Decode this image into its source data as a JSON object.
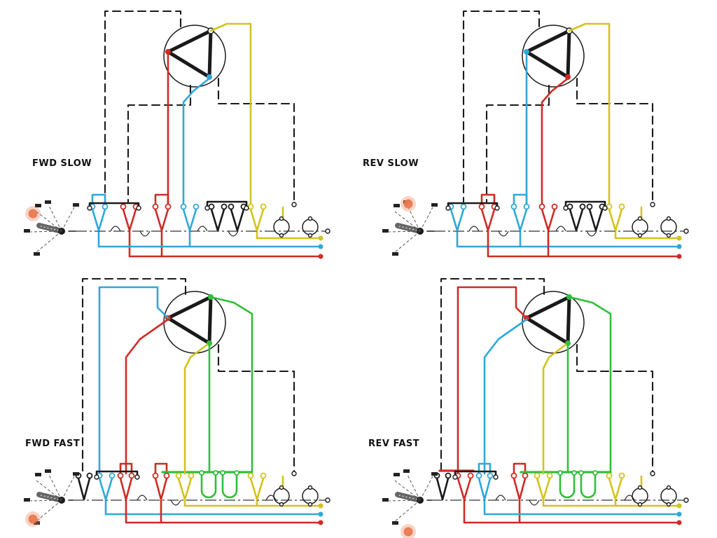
{
  "figure": {
    "description_visible_text_only": true,
    "background": "#ffffff"
  },
  "colors": {
    "red": "#cf2b24",
    "blue": "#2fa8d8",
    "yellow": "#d3c31d",
    "green": "#2fbf3a",
    "black": "#1a1a1a",
    "orange": "#e87a50",
    "background": "#ffffff"
  },
  "panels": [
    {
      "id": "fwd-slow",
      "label": "FWD SLOW",
      "selector_marker": {
        "x": "47",
        "y": "305"
      }
    },
    {
      "id": "rev-slow",
      "label": "REV SLOW",
      "selector_marker": {
        "x": "71",
        "y": "291"
      }
    },
    {
      "id": "fwd-fast",
      "label": "FWD FAST",
      "selector_marker": {
        "x": "47",
        "y": "357"
      }
    },
    {
      "id": "rev-fast",
      "label": "REV FAST",
      "selector_marker": {
        "x": "71",
        "y": "375"
      }
    }
  ]
}
